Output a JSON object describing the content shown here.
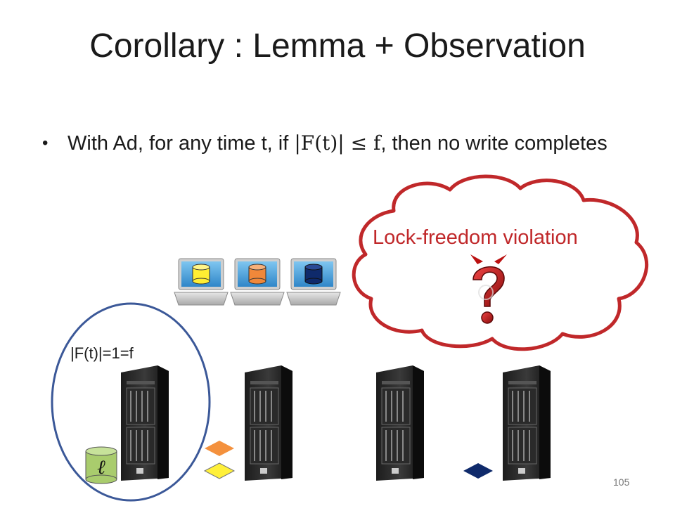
{
  "slide": {
    "title": "Corollary : Lemma + Observation",
    "bullet": {
      "part1": "With Ad, for any time t, if ",
      "math": "|F(t)| ≤ f",
      "part2": ", then no write completes"
    },
    "cloud_text": "Lock-freedom violation",
    "circle_label": "|F(t)|=1=f",
    "register_symbol": "ℓ",
    "page_number": "105"
  },
  "colors": {
    "cloud_border": "#c0282a",
    "circle_border": "#3b5898",
    "register_fill": "#a9cc6d",
    "laptop_disk_1": "#ffee33",
    "laptop_disk_2": "#f0883a",
    "laptop_disk_3": "#0f2a6b",
    "diamond_orange": "#f4913d",
    "diamond_yellow": "#fff03a",
    "diamond_navy": "#0f2a6b"
  },
  "icons": {
    "laptops": [
      "laptop-icon",
      "laptop-icon",
      "laptop-icon"
    ],
    "servers": [
      "server-tower-icon",
      "server-tower-icon",
      "server-tower-icon",
      "server-tower-icon"
    ],
    "devil": "devil-question-mark-icon"
  }
}
